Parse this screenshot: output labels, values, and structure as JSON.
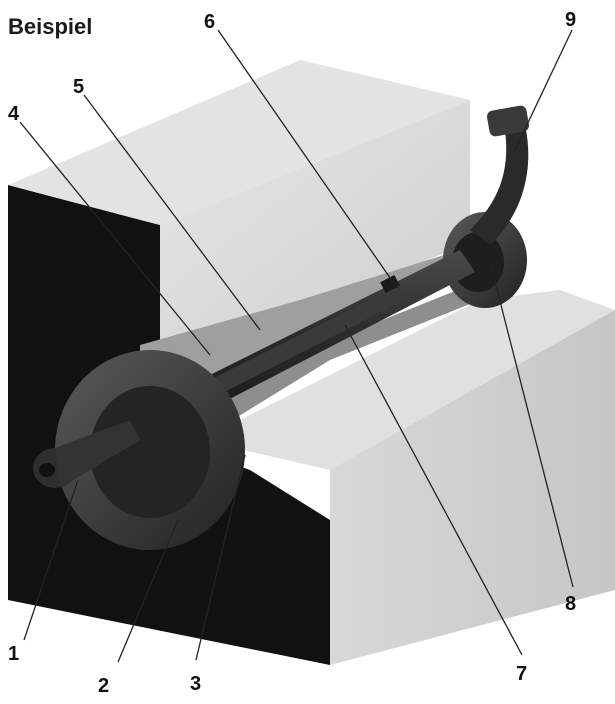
{
  "title": "Beispiel",
  "callouts": [
    "1",
    "2",
    "3",
    "4",
    "5",
    "6",
    "7",
    "8",
    "9"
  ],
  "colors": {
    "block_light": "#dcdcdc",
    "block_mid": "#c9c9c9",
    "block_dark_face": "#111111",
    "pipe": "#2b2b2b",
    "foam": "#a8a8a8",
    "leader": "#222222"
  }
}
